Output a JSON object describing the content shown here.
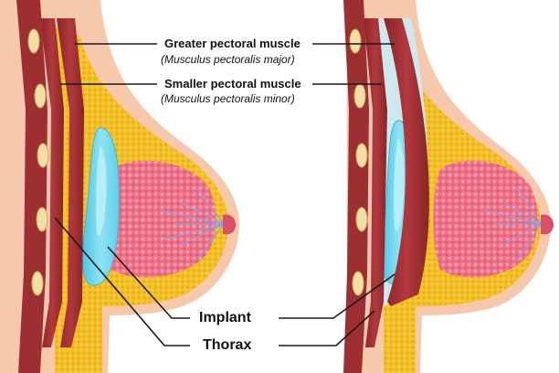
{
  "labels": {
    "greater_pectoral": "Greater pectoral muscle",
    "greater_pectoral_latin": "(Musculus pectoralis major)",
    "smaller_pectoral": "Smaller pectoral muscle",
    "smaller_pectoral_latin": "(Musculus pectoralis minor)",
    "implant": "Implant",
    "thorax": "Thorax"
  },
  "colors": {
    "skin": "#f6c9ad",
    "skin_edge": "#eeb39a",
    "fat": "#f3c12a",
    "fat_dot": "#e7a70f",
    "muscle": "#9d2f33",
    "muscle_stripe": "#c25053",
    "rib": "#f2dfa6",
    "gland": "#ef6f86",
    "gland_highlight": "#f9a0b1",
    "duct": "#8ea0e4",
    "implant": "#6fd6ec",
    "implant_highlight": "#c9f3fb",
    "pocket": "#cde9ef",
    "nipple": "#d84f67",
    "line": "#1a1a1a"
  }
}
